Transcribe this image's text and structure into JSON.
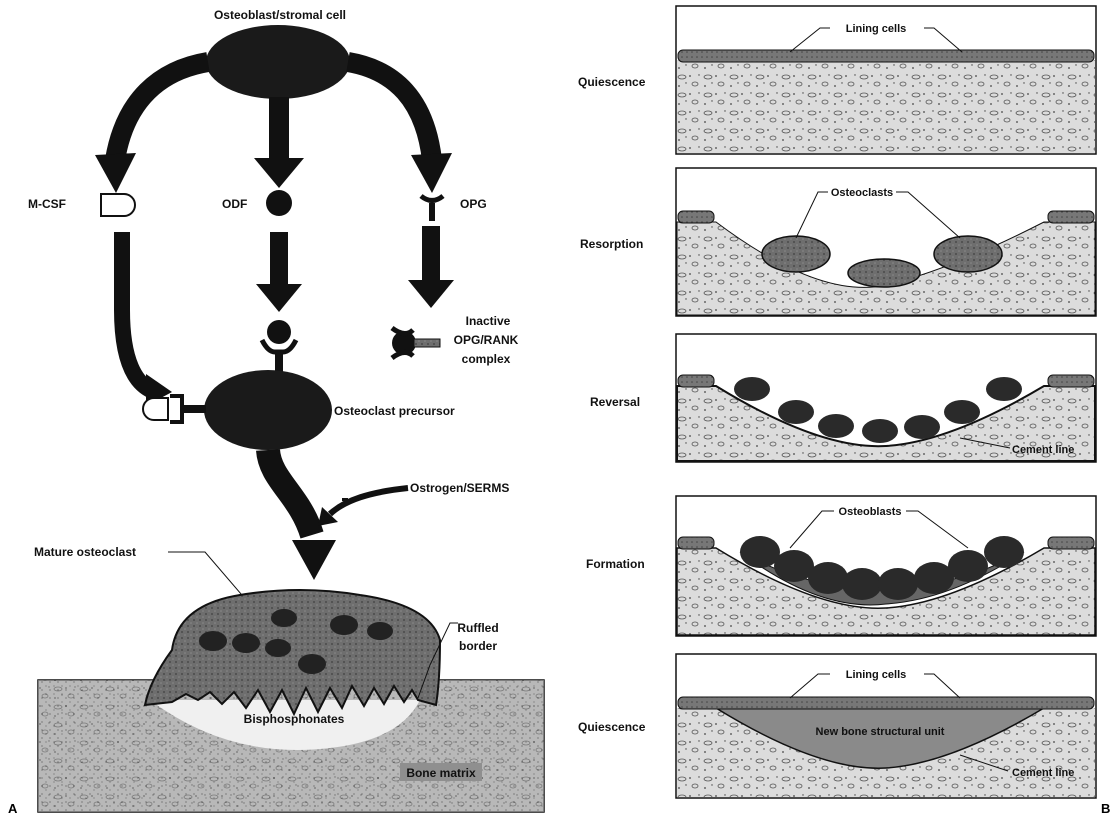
{
  "panel_a": {
    "tag": "A",
    "top_cell": "Osteoblast/stromal cell",
    "mcsf": "M-CSF",
    "odf": "ODF",
    "opg": "OPG",
    "inactive_line1": "Inactive",
    "inactive_line2": "OPG/RANK",
    "inactive_line3": "complex",
    "precursor": "Osteoclast precursor",
    "estrogen": "Ostrogen/SERMS",
    "mature": "Mature osteoclast",
    "ruffled_line1": "Ruffled",
    "ruffled_line2": "border",
    "bisphosphonates": "Bisphosphonates",
    "bone_matrix": "Bone matrix"
  },
  "panel_b": {
    "tag": "B",
    "stages": [
      {
        "name": "Quiescence",
        "label": "Lining cells"
      },
      {
        "name": "Resorption",
        "label": "Osteoclasts"
      },
      {
        "name": "Reversal",
        "label": "Cement line"
      },
      {
        "name": "Formation",
        "label": "Osteoblasts"
      },
      {
        "name": "Quiescence",
        "label": "Lining cells",
        "label2": "New bone structural unit",
        "label3": "Cement line"
      }
    ]
  },
  "colors": {
    "ink": "#111111",
    "cell": "#333333",
    "bone": "#d8d8d8"
  }
}
